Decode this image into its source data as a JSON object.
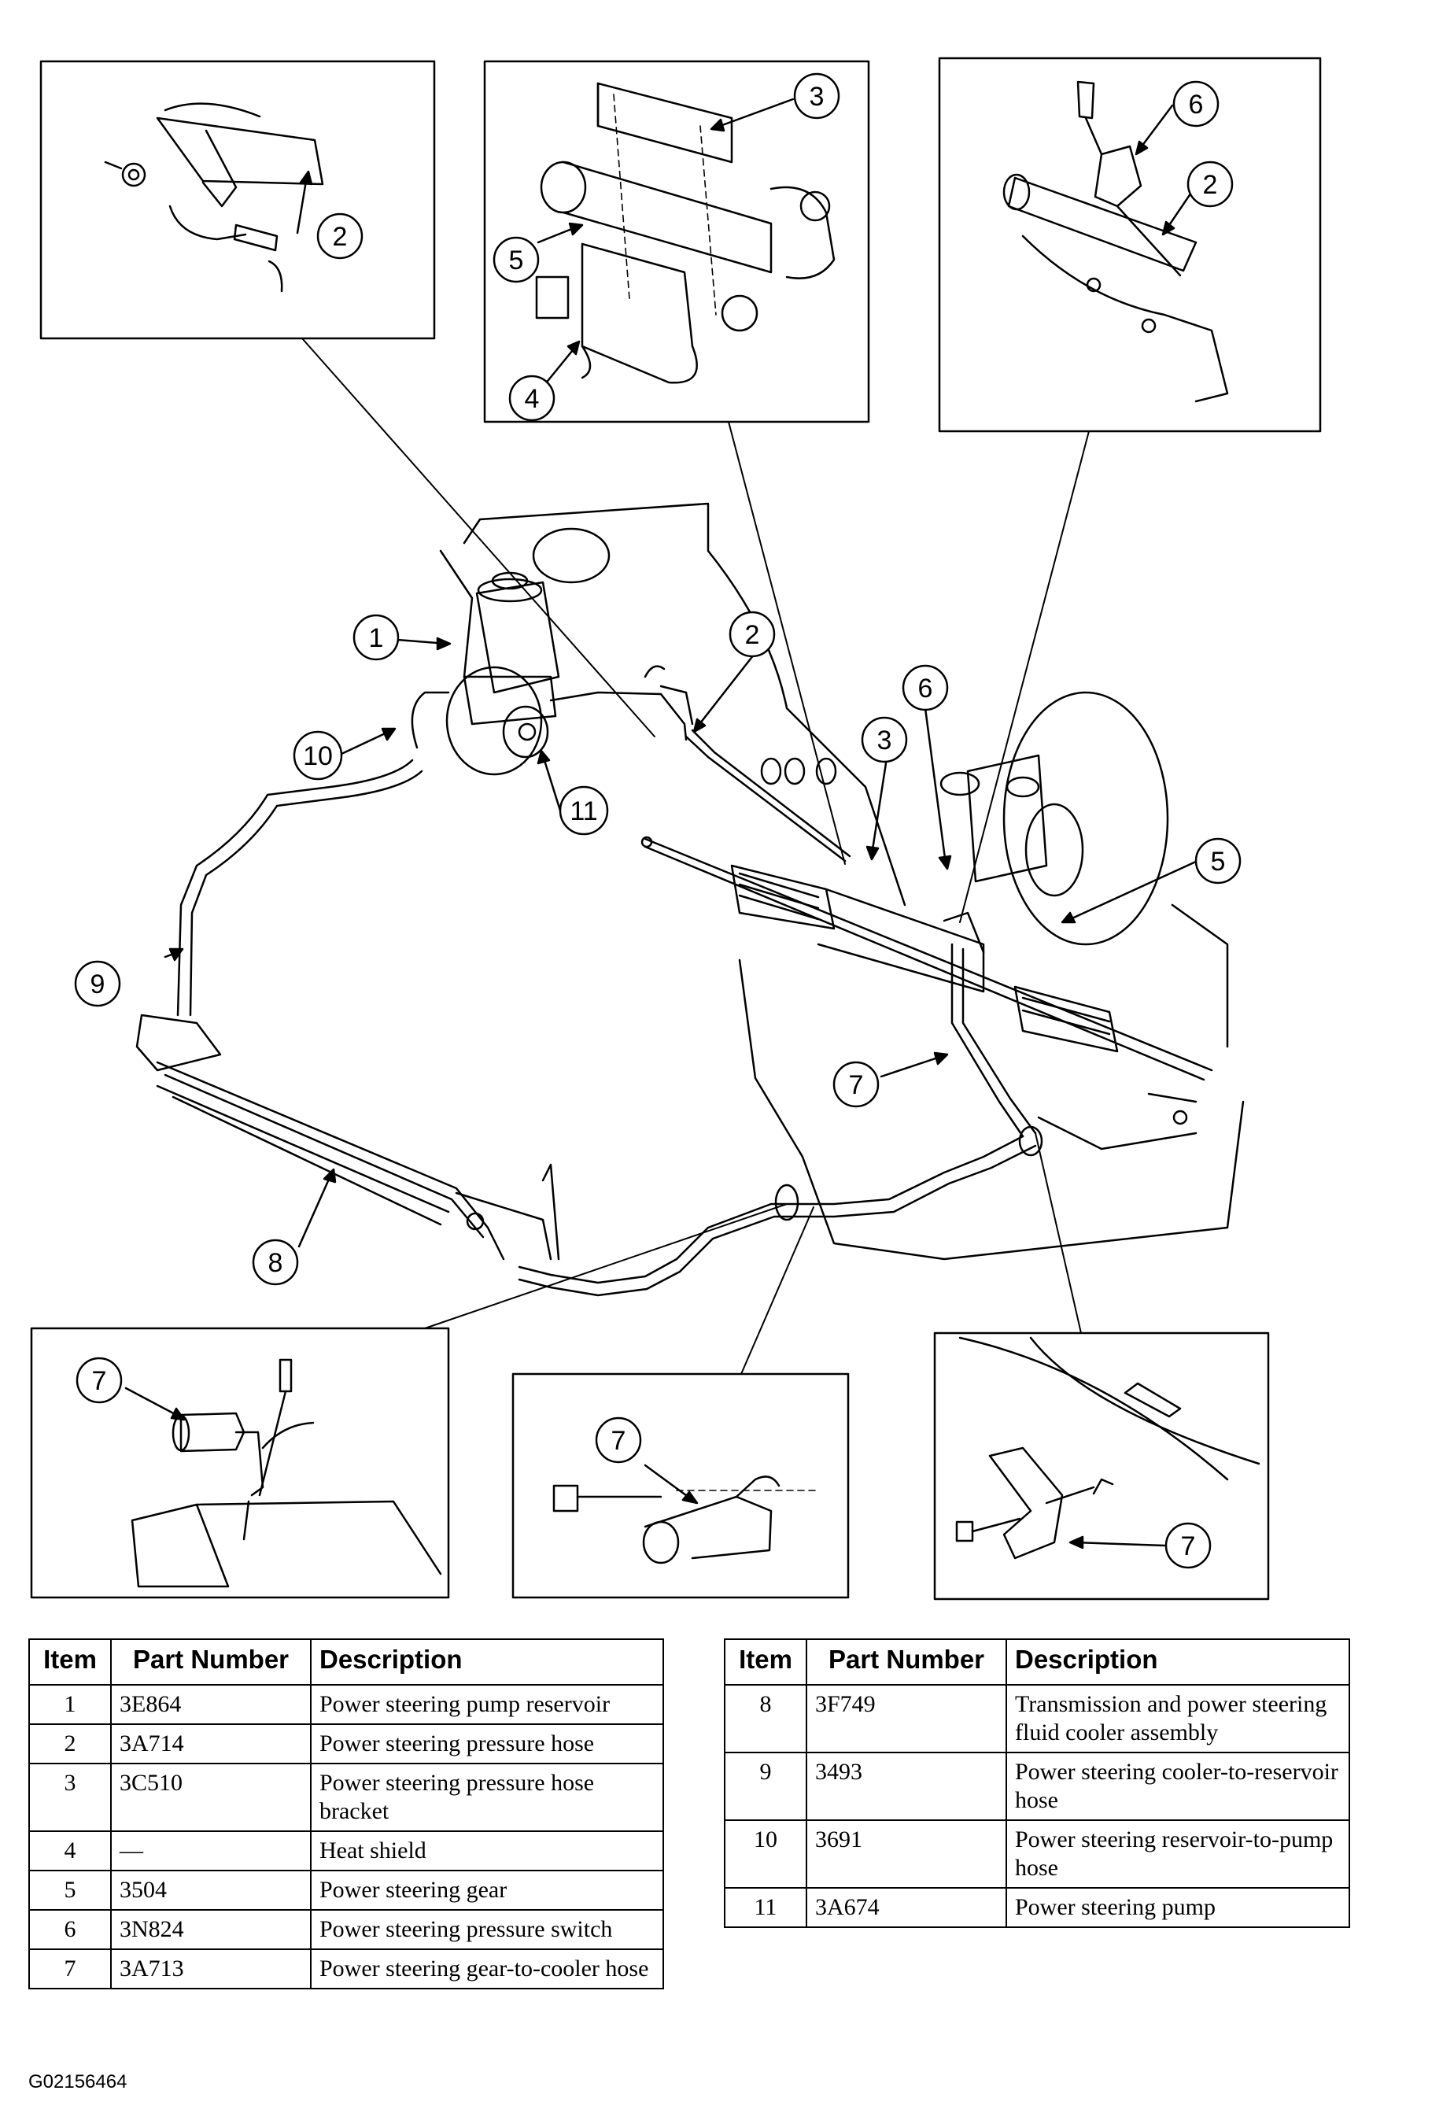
{
  "figure_id": "G02156464",
  "callouts": {
    "c1": "1",
    "c2_main": "2",
    "c3_main": "3",
    "c5_main": "5",
    "c6_main": "6",
    "c7_main": "7",
    "c8": "8",
    "c9": "9",
    "c10": "10",
    "c11": "11",
    "inset1_c2": "2",
    "inset2_c3": "3",
    "inset2_c4": "4",
    "inset2_c5": "5",
    "inset3_c6": "6",
    "inset3_c2": "2",
    "inset4_c7": "7",
    "inset5_c7": "7",
    "inset6_c7": "7"
  },
  "table_left": {
    "headers": [
      "Item",
      "Part Number",
      "Description"
    ],
    "rows": [
      {
        "item": "1",
        "part": "3E864",
        "desc": "Power steering pump reservoir"
      },
      {
        "item": "2",
        "part": "3A714",
        "desc": "Power steering pressure hose"
      },
      {
        "item": "3",
        "part": "3C510",
        "desc": "Power steering pressure hose bracket"
      },
      {
        "item": "4",
        "part": "—",
        "desc": "Heat shield"
      },
      {
        "item": "5",
        "part": "3504",
        "desc": "Power steering gear"
      },
      {
        "item": "6",
        "part": "3N824",
        "desc": "Power steering pressure switch"
      },
      {
        "item": "7",
        "part": "3A713",
        "desc": "Power steering gear-to-cooler hose"
      }
    ]
  },
  "table_right": {
    "headers": [
      "Item",
      "Part Number",
      "Description"
    ],
    "rows": [
      {
        "item": "8",
        "part": "3F749",
        "desc": "Transmission and power steering fluid cooler assembly"
      },
      {
        "item": "9",
        "part": "3493",
        "desc": "Power steering cooler-to-reservoir hose"
      },
      {
        "item": "10",
        "part": "3691",
        "desc": "Power steering reservoir-to-pump hose"
      },
      {
        "item": "11",
        "part": "3A674",
        "desc": "Power steering pump"
      }
    ]
  }
}
